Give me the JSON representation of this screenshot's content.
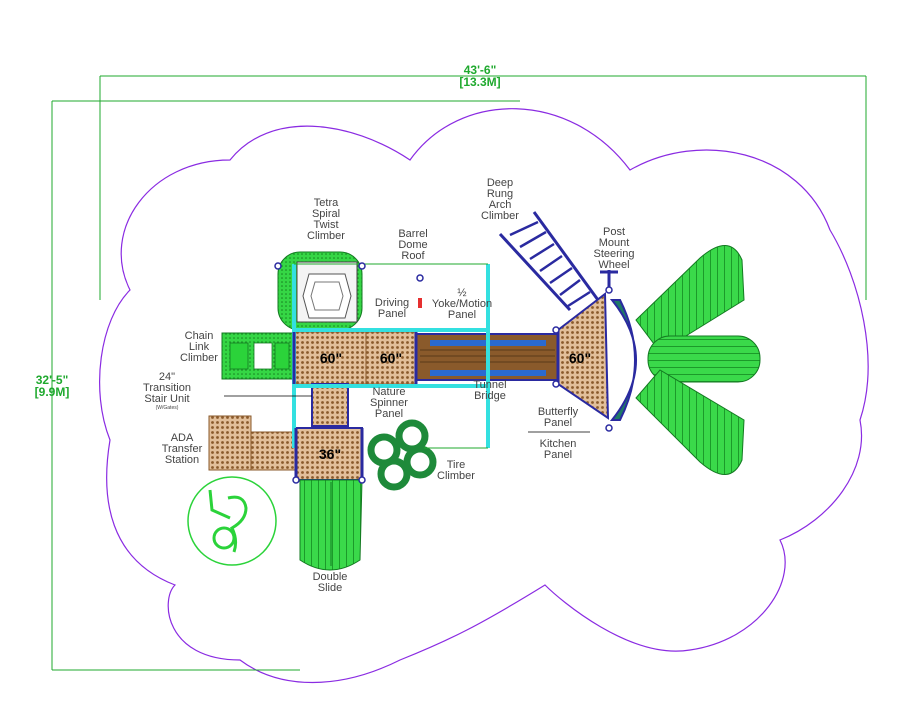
{
  "dimensions": {
    "width_ft": "43'-6\"",
    "width_m": "[13.3M]",
    "depth_ft": "32'-5\"",
    "depth_m": "[9.9M]"
  },
  "labels": {
    "tetra": [
      "Tetra",
      "Spiral",
      "Twist",
      "Climber"
    ],
    "barrel": [
      "Barrel",
      "Dome",
      "Roof"
    ],
    "deep_rung": [
      "Deep",
      "Rung",
      "Arch",
      "Climber"
    ],
    "post_mount": [
      "Post",
      "Mount",
      "Steering",
      "Wheel"
    ],
    "driving": [
      "Driving",
      "Panel"
    ],
    "yoke": [
      "½",
      "Yoke/Motion",
      "Panel"
    ],
    "chain": [
      "Chain",
      "Link",
      "Climber"
    ],
    "transition": [
      "24\"",
      "Transition",
      "Stair Unit"
    ],
    "transition_note": "(W/Gates)",
    "nature": [
      "Nature",
      "Spinner",
      "Panel"
    ],
    "tunnel": [
      "Tunnel",
      "Bridge"
    ],
    "butterfly": [
      "Butterfly",
      "Panel"
    ],
    "kitchen": [
      "Kitchen",
      "Panel"
    ],
    "ada": [
      "ADA",
      "Transfer",
      "Station"
    ],
    "tire": [
      "Tire",
      "Climber"
    ],
    "double_slide": [
      "Double",
      "Slide"
    ]
  },
  "decks": {
    "deck_a": "60\"",
    "deck_b": "60\"",
    "deck_c": "60\"",
    "deck_d": "36\""
  },
  "colors": {
    "boundary": "#8a2be2",
    "dimension": "#1fa92e",
    "slide_green": "#2bd33a",
    "deck_tan": "#c8956a",
    "post_blue": "#2a2aa0",
    "rail_cyan": "#33e0e0",
    "tire_green": "#1e8a3a",
    "bridge_brown": "#8a5a2b"
  },
  "icons": {
    "accessibility": "wheelchair-accessibility-icon"
  }
}
